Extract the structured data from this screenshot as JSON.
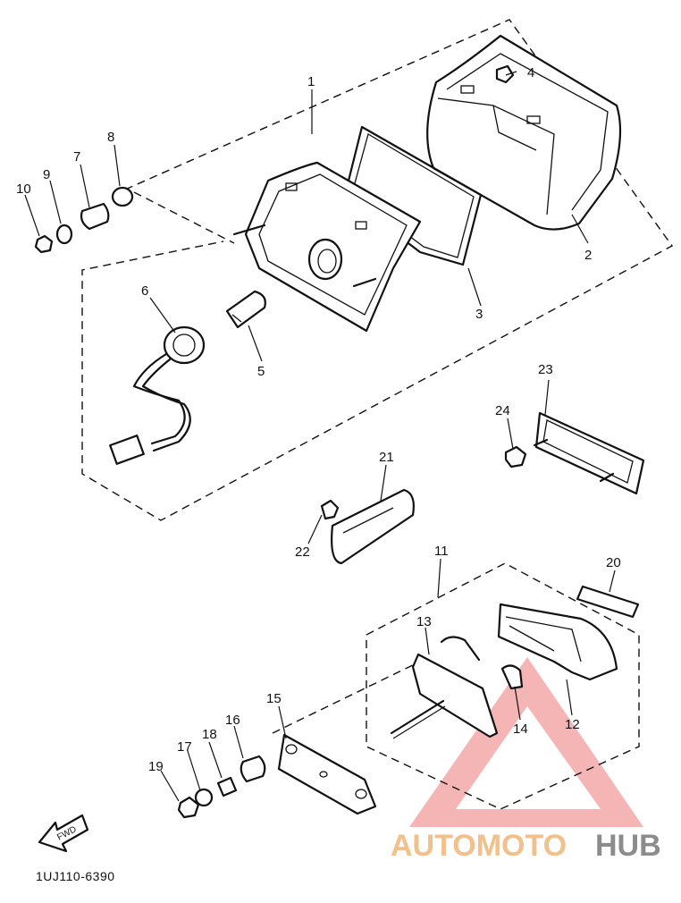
{
  "diagram": {
    "part_code": "1UJ110-6390",
    "fwd_label": "FWD",
    "callouts": [
      "1",
      "2",
      "3",
      "4",
      "5",
      "6",
      "7",
      "8",
      "9",
      "10",
      "11",
      "12",
      "13",
      "14",
      "15",
      "16",
      "17",
      "18",
      "19",
      "20",
      "21",
      "22",
      "23",
      "24"
    ]
  },
  "watermark": {
    "text_left": "AUTOMOTO",
    "text_right": "HUB",
    "colors": {
      "triangle": "#f1a1a1",
      "text_left": "#f2c08a",
      "text_right": "#8a8a8a"
    }
  }
}
